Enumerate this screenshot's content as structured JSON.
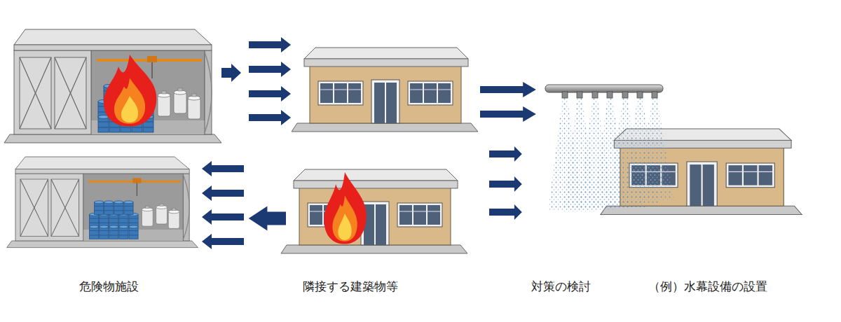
{
  "diagram": {
    "labels": [
      "危険物施設",
      "隣接する建築物等",
      "対策の検討",
      "（例）水幕設備の設置"
    ]
  }
}
